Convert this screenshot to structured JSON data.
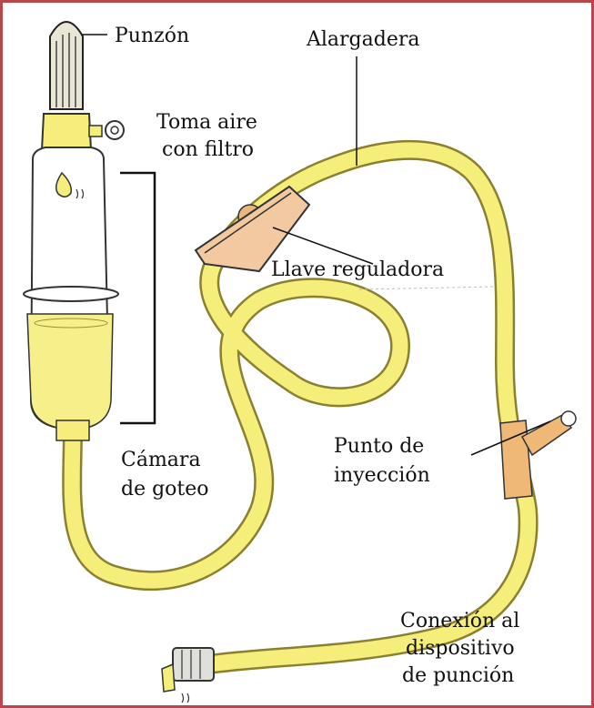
{
  "labels": {
    "punzon": "Punzón",
    "alargadera": "Alargadera",
    "toma_aire_1": "Toma aire",
    "toma_aire_2": "con filtro",
    "llave": "Llave reguladora",
    "camara_1": "Cámara",
    "camara_2": "de goteo",
    "punto_1": "Punto de",
    "punto_2": "inyección",
    "conexion_1": "Conexión al",
    "conexion_2": "dispositivo",
    "conexion_3": "de punción"
  },
  "colors": {
    "frame": "#b7474a",
    "tube": "#f5ee7a",
    "tube_edge": "#8a8030",
    "fluid": "#f7f08a",
    "flesh": "#f2c9a0",
    "ink": "#111111"
  },
  "icons": [
    "drip-chamber-icon",
    "spike-icon",
    "air-vent-icon",
    "roller-clamp-icon",
    "injection-port-icon",
    "luer-connector-icon"
  ]
}
